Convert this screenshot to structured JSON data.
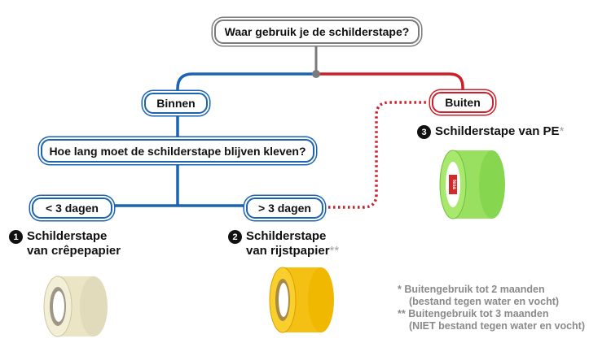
{
  "question_main": "Waar gebruik je de schilderstape?",
  "branch_inside": "Binnen",
  "branch_outside": "Buiten",
  "question_duration": "Hoe lang moet de schilderstape blijven kleven?",
  "option_short": "< 3 dagen",
  "option_long": "> 3 dagen",
  "products": [
    {
      "number": "1",
      "line1": "Schilderstape",
      "line2": "van crêpepapier",
      "mark": ""
    },
    {
      "number": "2",
      "line1": "Schilderstape",
      "line2": "van rijstpapier",
      "mark": "**"
    },
    {
      "number": "3",
      "line1": "Schilderstape van PE",
      "line2": "",
      "mark": "*"
    }
  ],
  "tape_brand": "tesa",
  "footnotes": [
    {
      "mark": "*",
      "line1": "Buitengebruik tot 2 maanden",
      "line2": "(bestand tegen water en vocht)"
    },
    {
      "mark": "**",
      "line1": "Buitengebruik tot 3 maanden",
      "line2": "(NIET bestand tegen water en vocht)"
    }
  ],
  "colors": {
    "inside": "#1b63b3",
    "outside": "#cc1f2a",
    "neutral": "#7b7b7b"
  }
}
